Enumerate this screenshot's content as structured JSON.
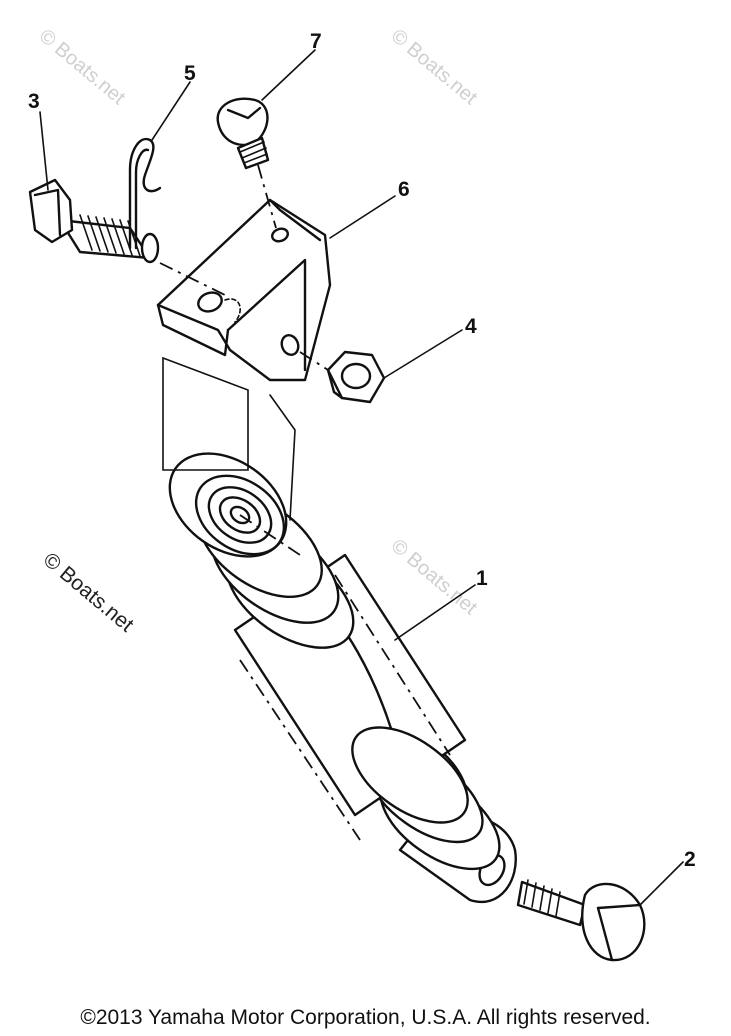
{
  "diagram": {
    "callouts": [
      "1",
      "2",
      "3",
      "4",
      "5",
      "6",
      "7"
    ],
    "watermarks": [
      "© Boats.net",
      "© Boats.net",
      "© Boats.net",
      "© Boats.net"
    ],
    "copyright": "©2013 Yamaha Motor Corporation, U.S.A. All rights reserved."
  }
}
